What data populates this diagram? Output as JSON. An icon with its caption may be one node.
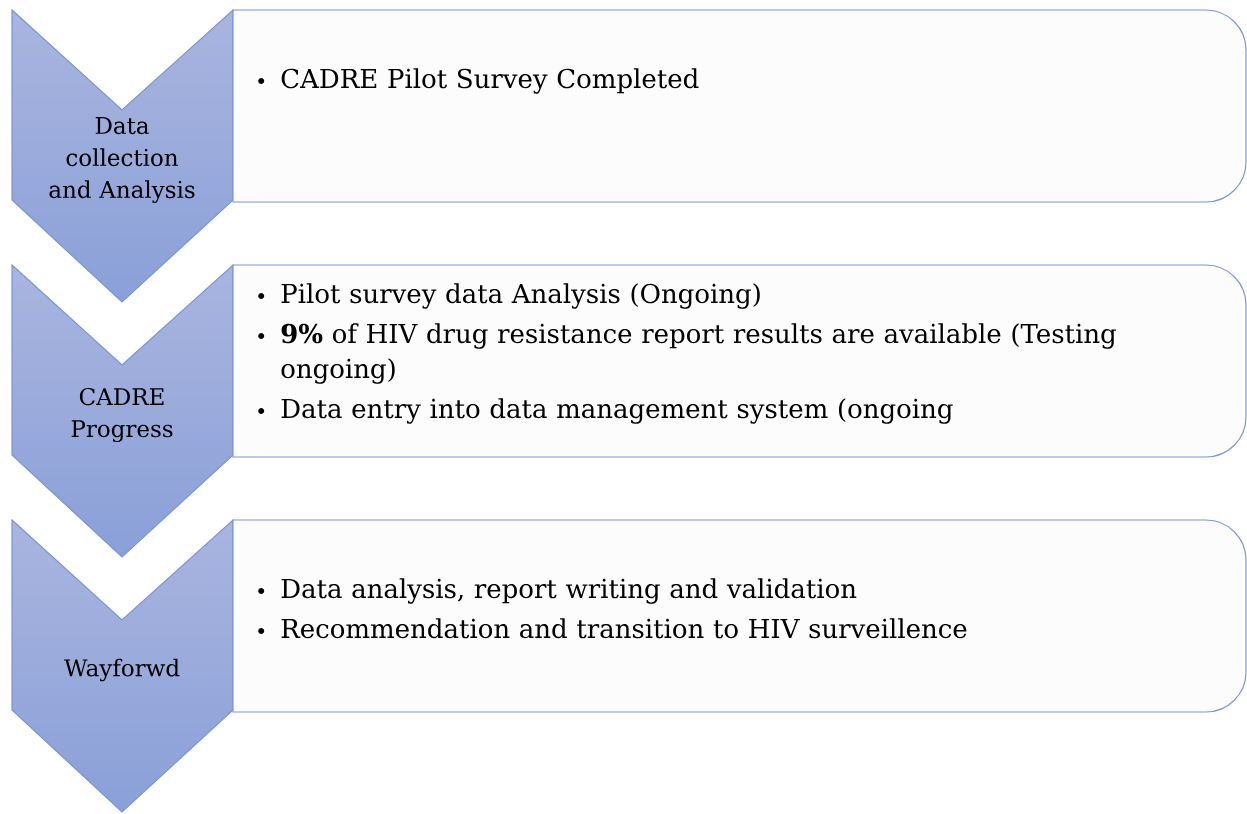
{
  "diagram": {
    "nodes": [
      {
        "text": [
          "Data collection and Analysis"
        ]
      },
      {
        "text": [
          "CADRE Pilot Survey Completed"
        ]
      },
      {
        "text": [
          "CADRE Progress"
        ]
      },
      {
        "text": [
          "Pilot survey data Analysis (Ongoing)",
          "**9%** of HIV drug resistance report results are available (Testing ongoing)",
          "Data entry into data management system (ongoing"
        ]
      },
      {
        "text": [
          "Wayforwd"
        ]
      },
      {
        "text": [
          "Data analysis, report writing and validation",
          "Recommendation and transition to HIV surveillence"
        ]
      }
    ]
  }
}
